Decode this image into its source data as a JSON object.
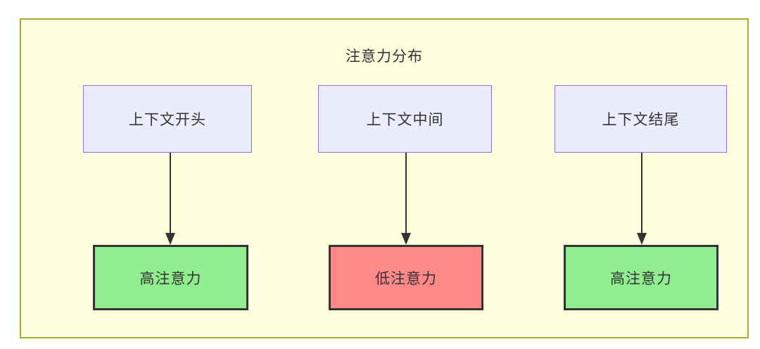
{
  "diagram": {
    "title": "注意力分布",
    "columns": [
      {
        "source": "上下文开头",
        "target": "高注意力",
        "level": "high"
      },
      {
        "source": "上下文中间",
        "target": "低注意力",
        "level": "low"
      },
      {
        "source": "上下文结尾",
        "target": "高注意力",
        "level": "high"
      }
    ],
    "colors": {
      "container_bg": "#ffffde",
      "container_border": "#aaaa33",
      "node_bg": "#ececff",
      "node_border": "#9370db",
      "high_bg": "#90ee90",
      "low_bg": "#ff8888",
      "result_border": "#333333",
      "arrow": "#333333",
      "text": "#333333"
    }
  }
}
